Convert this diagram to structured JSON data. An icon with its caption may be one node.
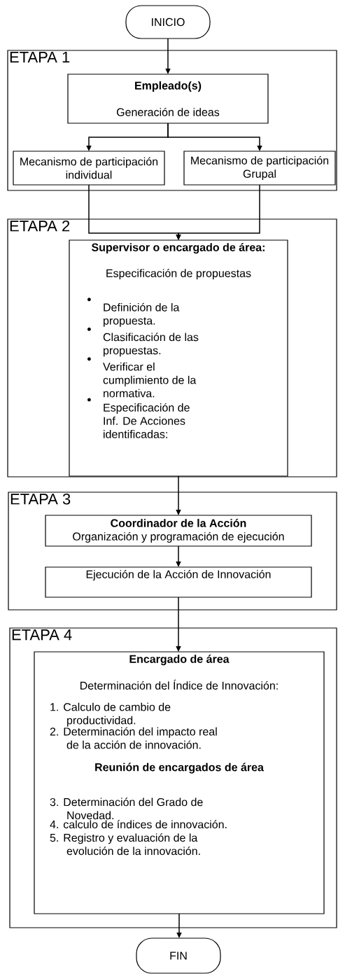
{
  "diagram": {
    "nodes": [
      {
        "text": [
          "INICIO"
        ]
      },
      {
        "text": [
          "ETAPA 1"
        ]
      },
      {
        "text": [
          "Empleado(s)",
          "Generación de ideas"
        ],
        "in": 1
      },
      {
        "text": [
          "Mecanismo de participación individual"
        ],
        "in": 1
      },
      {
        "text": [
          "Mecanismo de participación Grupal"
        ],
        "in": 1
      },
      {
        "text": [
          "ETAPA 2"
        ]
      },
      {
        "text": [
          "Supervisor o encargado de área:",
          "Especificación de propuestas",
          "Definición de la propuesta.",
          "Clasificación de las propuestas.",
          "Verificar el cumplimiento de la normativa.",
          "Especificación de Inf. De Acciones identificadas:"
        ],
        "in": 5
      },
      {
        "text": [
          "ETAPA 3"
        ]
      },
      {
        "text": [
          "Coordinador de la Acción",
          "Organización y programación de ejecución"
        ],
        "in": 7
      },
      {
        "text": [
          "Ejecución de la Acción de Innovación"
        ],
        "in": 7
      },
      {
        "text": [
          "ETAPA 4"
        ]
      },
      {
        "text": [
          "Encargado de área",
          "Determinación del Índice de Innovación:",
          "1. Calculo de cambio de productividad.",
          "2. Determinación del impacto real de la acción de innovación.",
          "Reunión de encargados de área",
          "3. Determinación del Grado de Novedad.",
          "4. calculo de índices de innovación.",
          "5. Registro y evaluación de la evolución de la innovación."
        ],
        "in": 10
      },
      {
        "text": [
          "FIN"
        ]
      }
    ],
    "edges": [
      {
        "from": 0,
        "to": 2,
        "arrow": "to"
      },
      {
        "from": 2,
        "to": 3,
        "arrow": "to"
      },
      {
        "from": 2,
        "to": 4,
        "arrow": "to"
      },
      {
        "from": 3,
        "to": 6,
        "arrow": "to"
      },
      {
        "from": 4,
        "to": 6,
        "arrow": "to"
      },
      {
        "from": 6,
        "to": 8,
        "arrow": "to"
      },
      {
        "from": 8,
        "to": 9,
        "arrow": "to"
      },
      {
        "from": 9,
        "to": 11,
        "arrow": "to"
      },
      {
        "from": 11,
        "to": 12,
        "arrow": "to"
      }
    ]
  }
}
